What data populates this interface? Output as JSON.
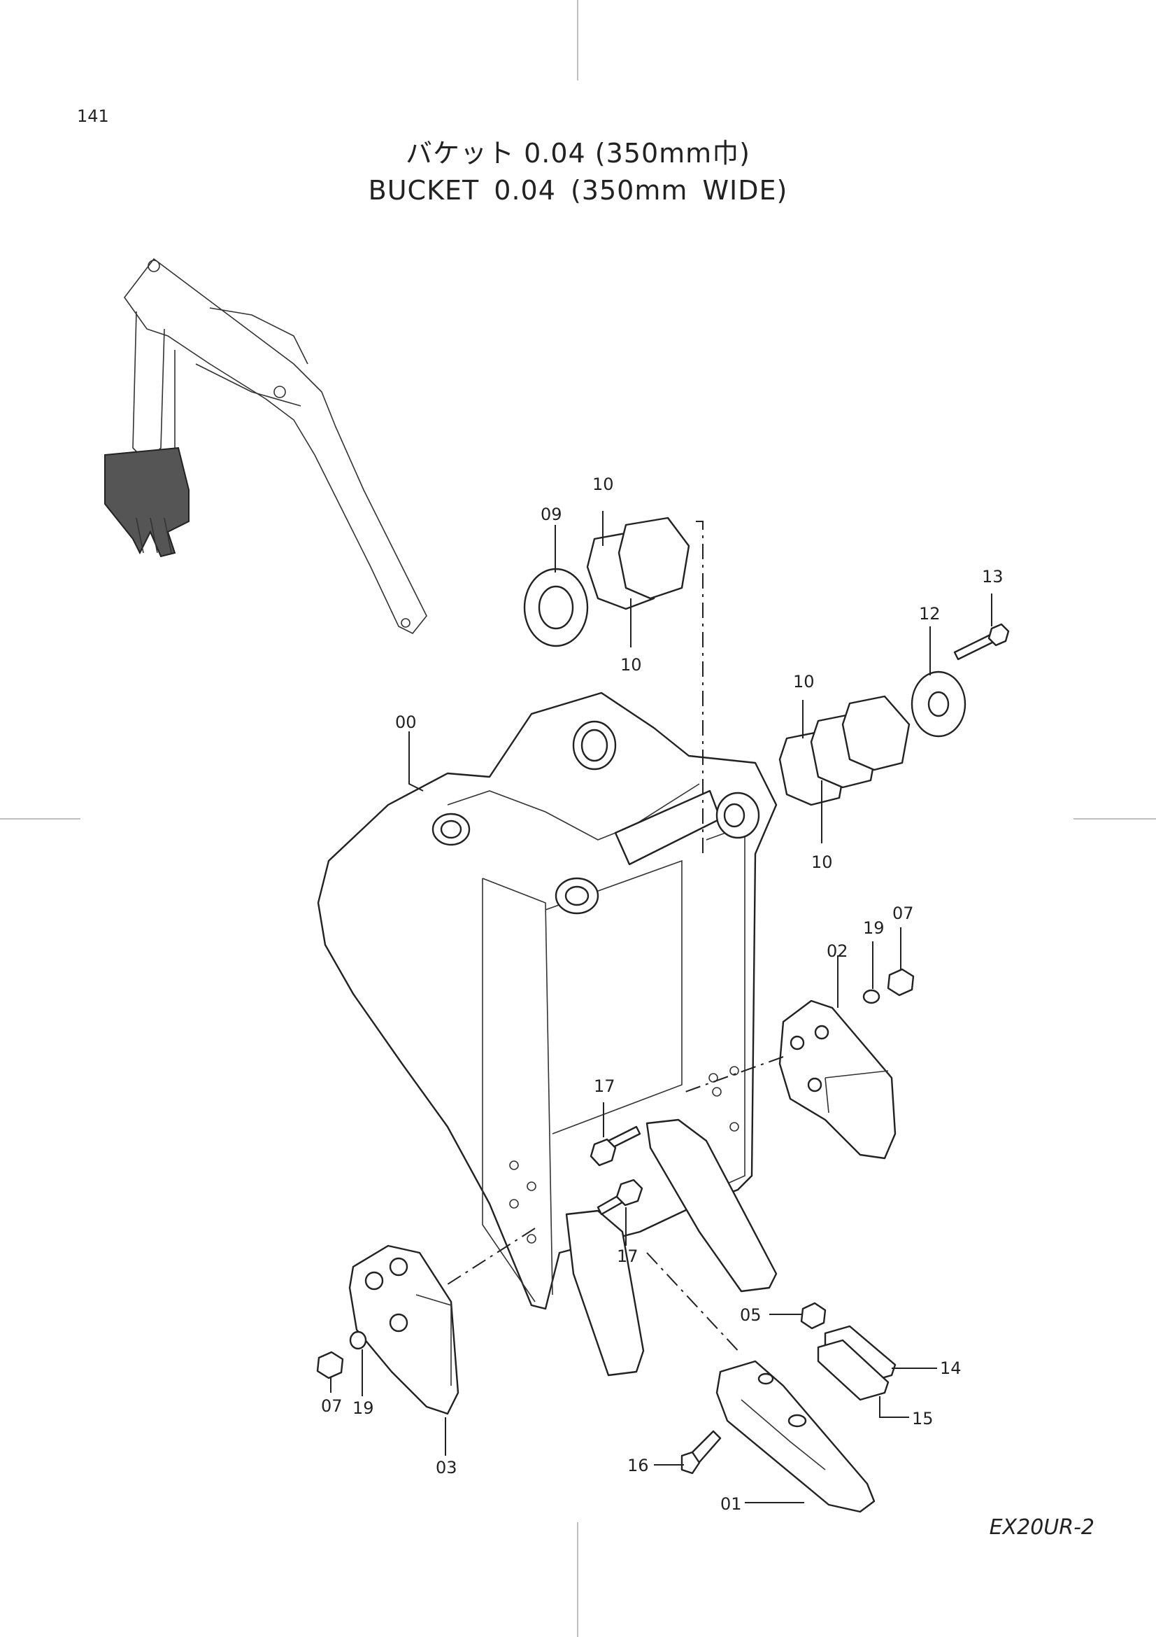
{
  "page_number": "141",
  "title_ja": "バケット 0.04 (350mm巾)",
  "title_en": "BUCKET 0.04 (350mm WIDE)",
  "model_code": "EX20UR-2",
  "callouts": {
    "c00": "00",
    "c01": "01",
    "c02": "02",
    "c03": "03",
    "c05": "05",
    "c07a": "07",
    "c07b": "07",
    "c09": "09",
    "c10a": "10",
    "c10b": "10",
    "c10c": "10",
    "c10d": "10",
    "c12": "12",
    "c13": "13",
    "c14": "14",
    "c15": "15",
    "c16": "16",
    "c17a": "17",
    "c17b": "17",
    "c19a": "19",
    "c19b": "19"
  }
}
